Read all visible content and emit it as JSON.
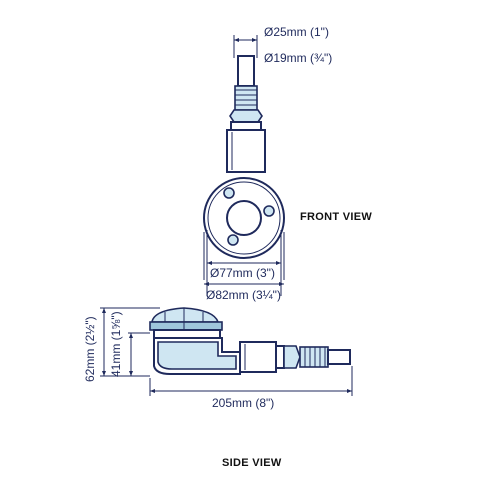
{
  "dimensions": {
    "outer_tube_dia": "Ø25mm (1\")",
    "inner_tube_dia": "Ø19mm (¾\")",
    "inner_body_dia": "Ø77mm (3\")",
    "outer_body_dia": "Ø82mm (3¼\")",
    "total_height": "62mm (2½\")",
    "body_height": "41mm (1⅝\")",
    "total_length": "205mm (8\")"
  },
  "labels": {
    "front_view": "FRONT VIEW",
    "side_view": "SIDE VIEW"
  },
  "colors": {
    "ink": "#1f2a5c",
    "part_fill": "#cfe6f2",
    "part_shade": "#9fc6db"
  }
}
